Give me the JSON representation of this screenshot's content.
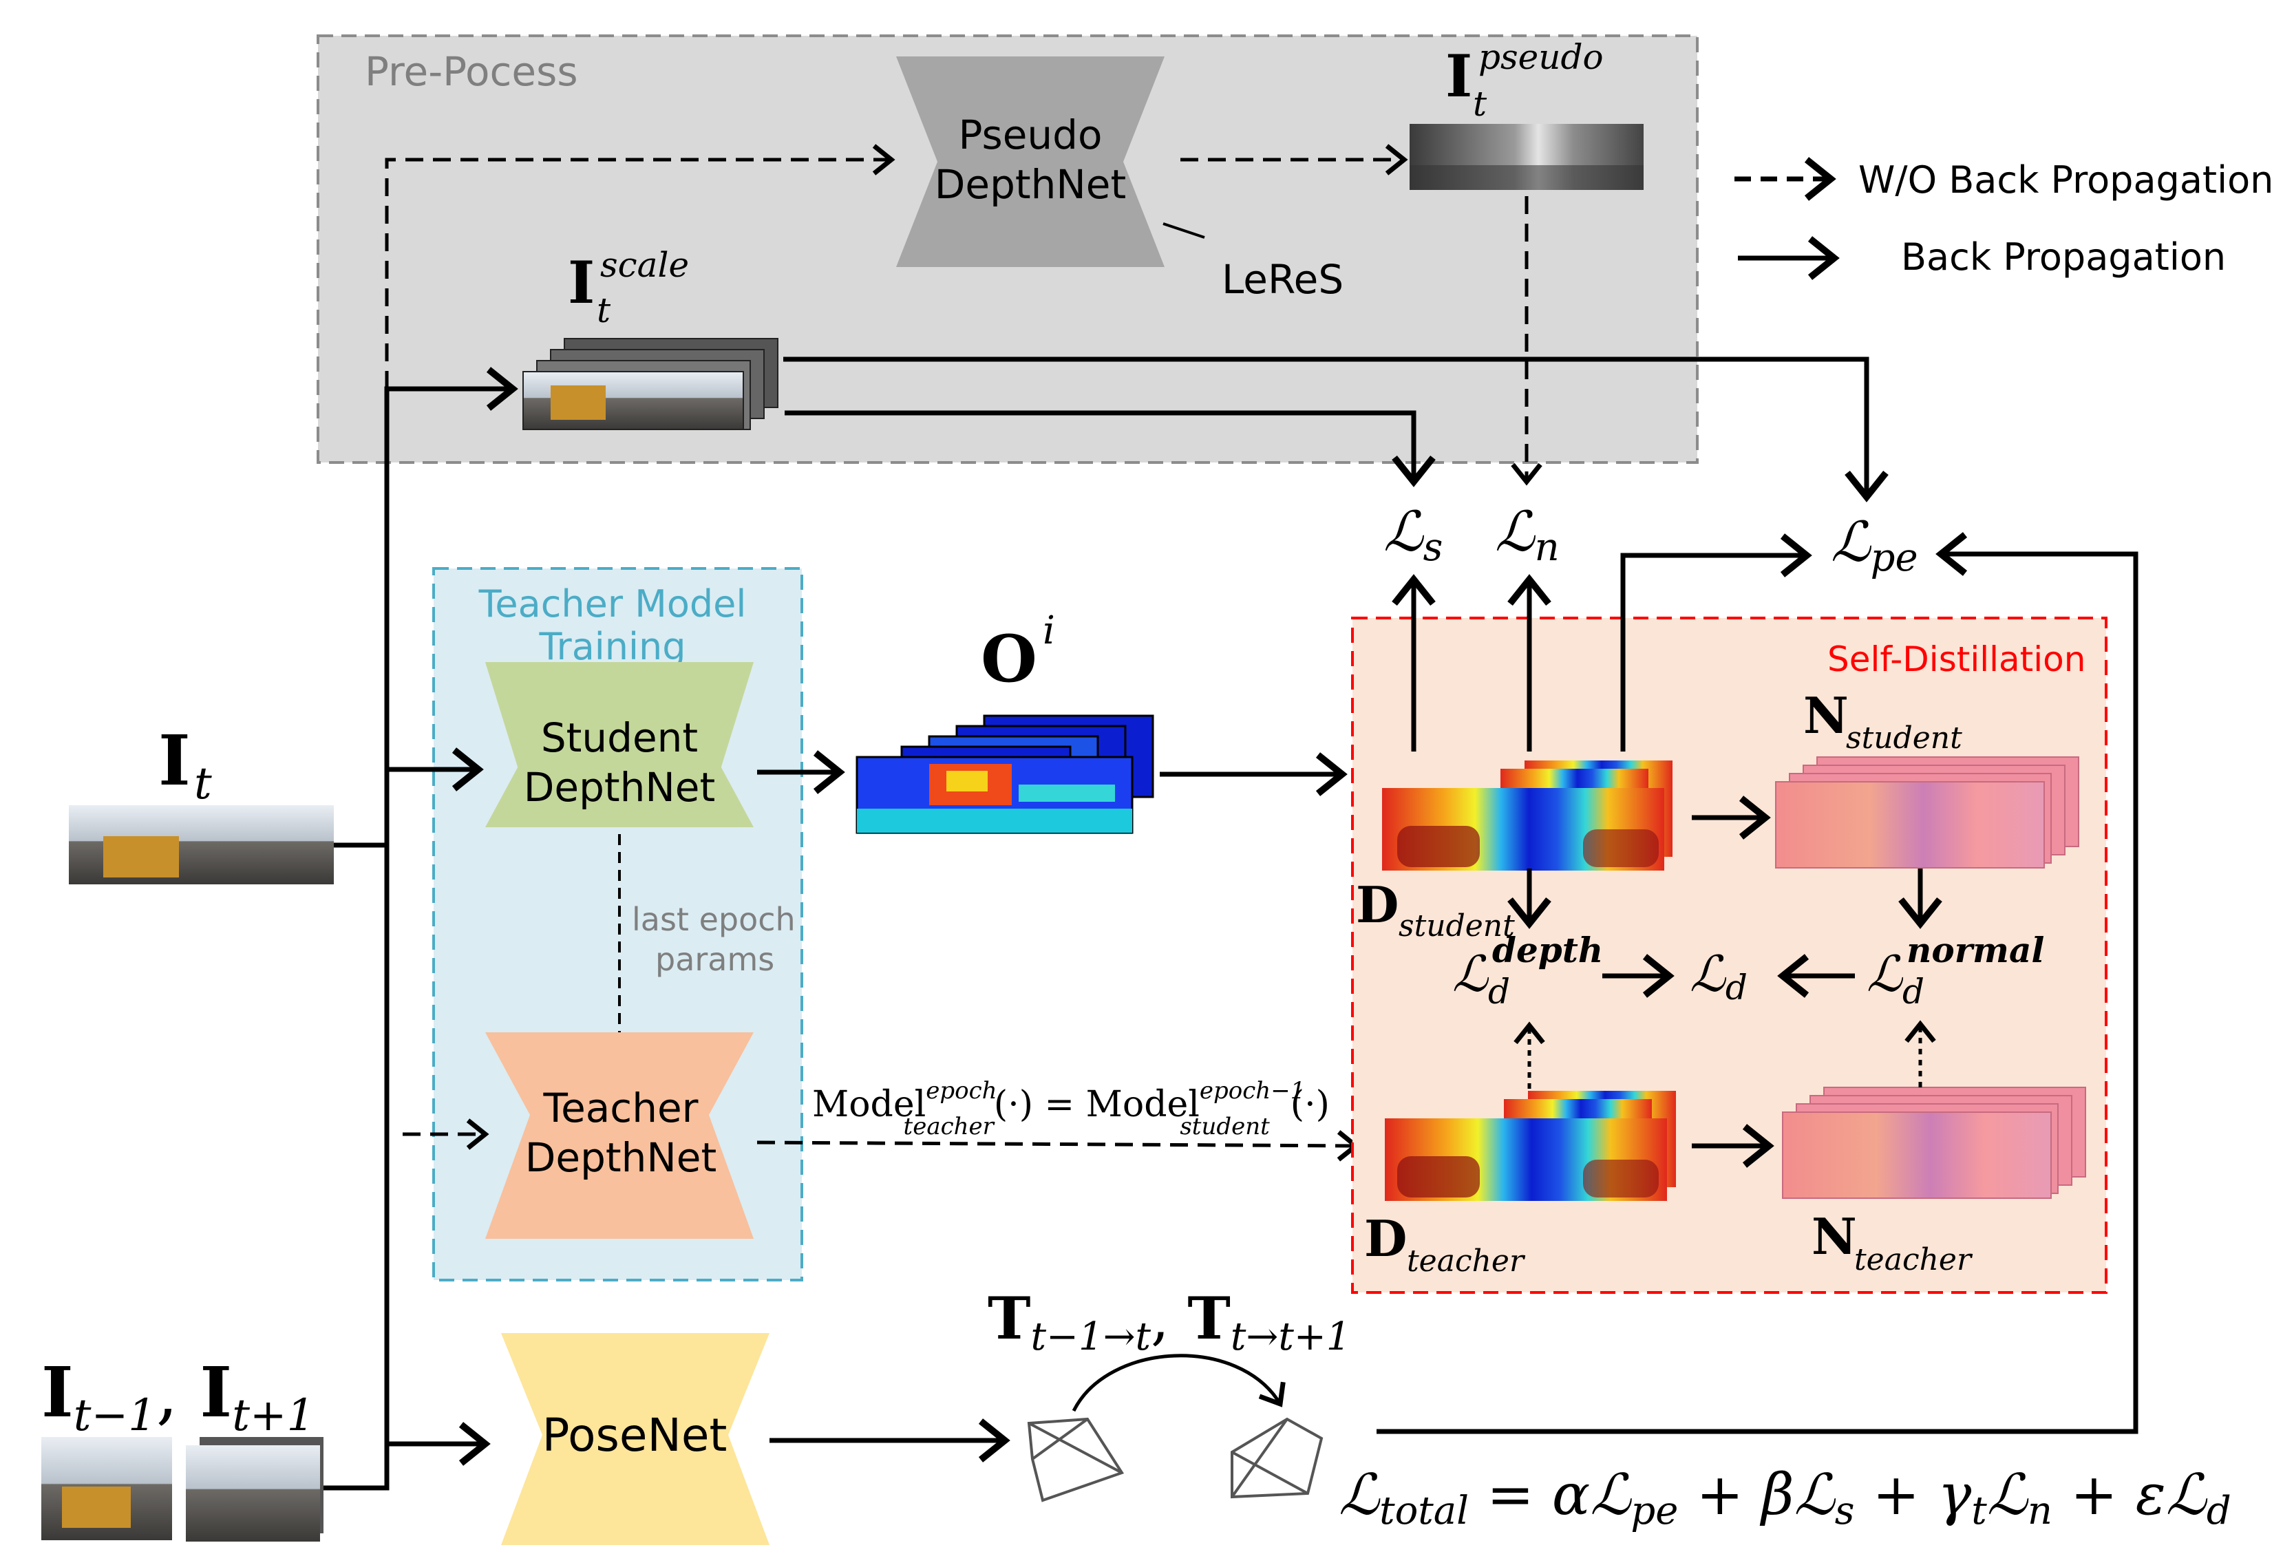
{
  "preprocess": {
    "label": "Pre-Pocess",
    "pseudo_net_line1": "Pseudo",
    "pseudo_net_line2": "DepthNet",
    "leres": "LeReS",
    "pseudo_symbol": "I",
    "pseudo_super": "pseudo",
    "pseudo_sub": "t",
    "scale_symbol": "I",
    "scale_super": "scale",
    "scale_sub": "t"
  },
  "legend": {
    "dashed_label": "W/O Back Propagation",
    "solid_label": "Back Propagation"
  },
  "teacher_training": {
    "title_line1": "Teacher Model",
    "title_line2": "Training",
    "student_line1": "Student",
    "student_line2": "DepthNet",
    "epoch_line1": "last epoch",
    "epoch_line2": "params",
    "teacher_line1": "Teacher",
    "teacher_line2": "DepthNet"
  },
  "inputs": {
    "it_symbol": "I",
    "it_sub": "t",
    "neighbor_symbol": "I",
    "neighbor_sub_prev": "t−1",
    "neighbor_sep": ", ",
    "neighbor_sub_next": "t+1"
  },
  "outputs": {
    "o_symbol": "O",
    "o_super": "i"
  },
  "model_eq": {
    "lhs": "Model",
    "lhs_super": "epoch",
    "lhs_sub": "teacher",
    "mid": "(·) = Model",
    "rhs_super": "epoch−1",
    "rhs_sub": "student",
    "tail": "(·)"
  },
  "self_distillation": {
    "label": "Self-Distillation",
    "d_student_symbol": "D",
    "d_student_sub": "student",
    "n_student_symbol": "N",
    "n_student_sub": "student",
    "d_teacher_symbol": "D",
    "d_teacher_sub": "teacher",
    "n_teacher_symbol": "N",
    "n_teacher_sub": "teacher",
    "ld_depth_super": "depth",
    "ld_normal_super": "normal",
    "ld_sub": "d",
    "ld_symbol": "ℒ"
  },
  "losses": {
    "ls_sub": "s",
    "ln_sub": "n",
    "lpe_sub": "pe",
    "ld_sub": "d"
  },
  "pose": {
    "posenet": "PoseNet",
    "t_symbol": "T",
    "t_sub1": "t−1→t",
    "t_sep": ", ",
    "t_sub2": "t→t+1"
  },
  "total_loss": {
    "lhs_sub": "total",
    "eq": " = α",
    "pe": "pe",
    "plus_beta": " + β",
    "s": "s",
    "plus_gamma": " + γ",
    "gamma_sub": "t",
    "n": "n",
    "plus_eps": " + ε",
    "d": "d"
  },
  "colors": {
    "preprocess_bg": "#d9d9d9",
    "teacher_bg": "#dbecf3",
    "teacher_border": "#4bacc6",
    "student_net": "#c4d79b",
    "teacher_net": "#f8c09c",
    "pose_net": "#fde59a",
    "pseudo_net": "#a6a6a6",
    "selfdist_bg": "#fbe5d6",
    "selfdist_border": "#ff0000"
  }
}
